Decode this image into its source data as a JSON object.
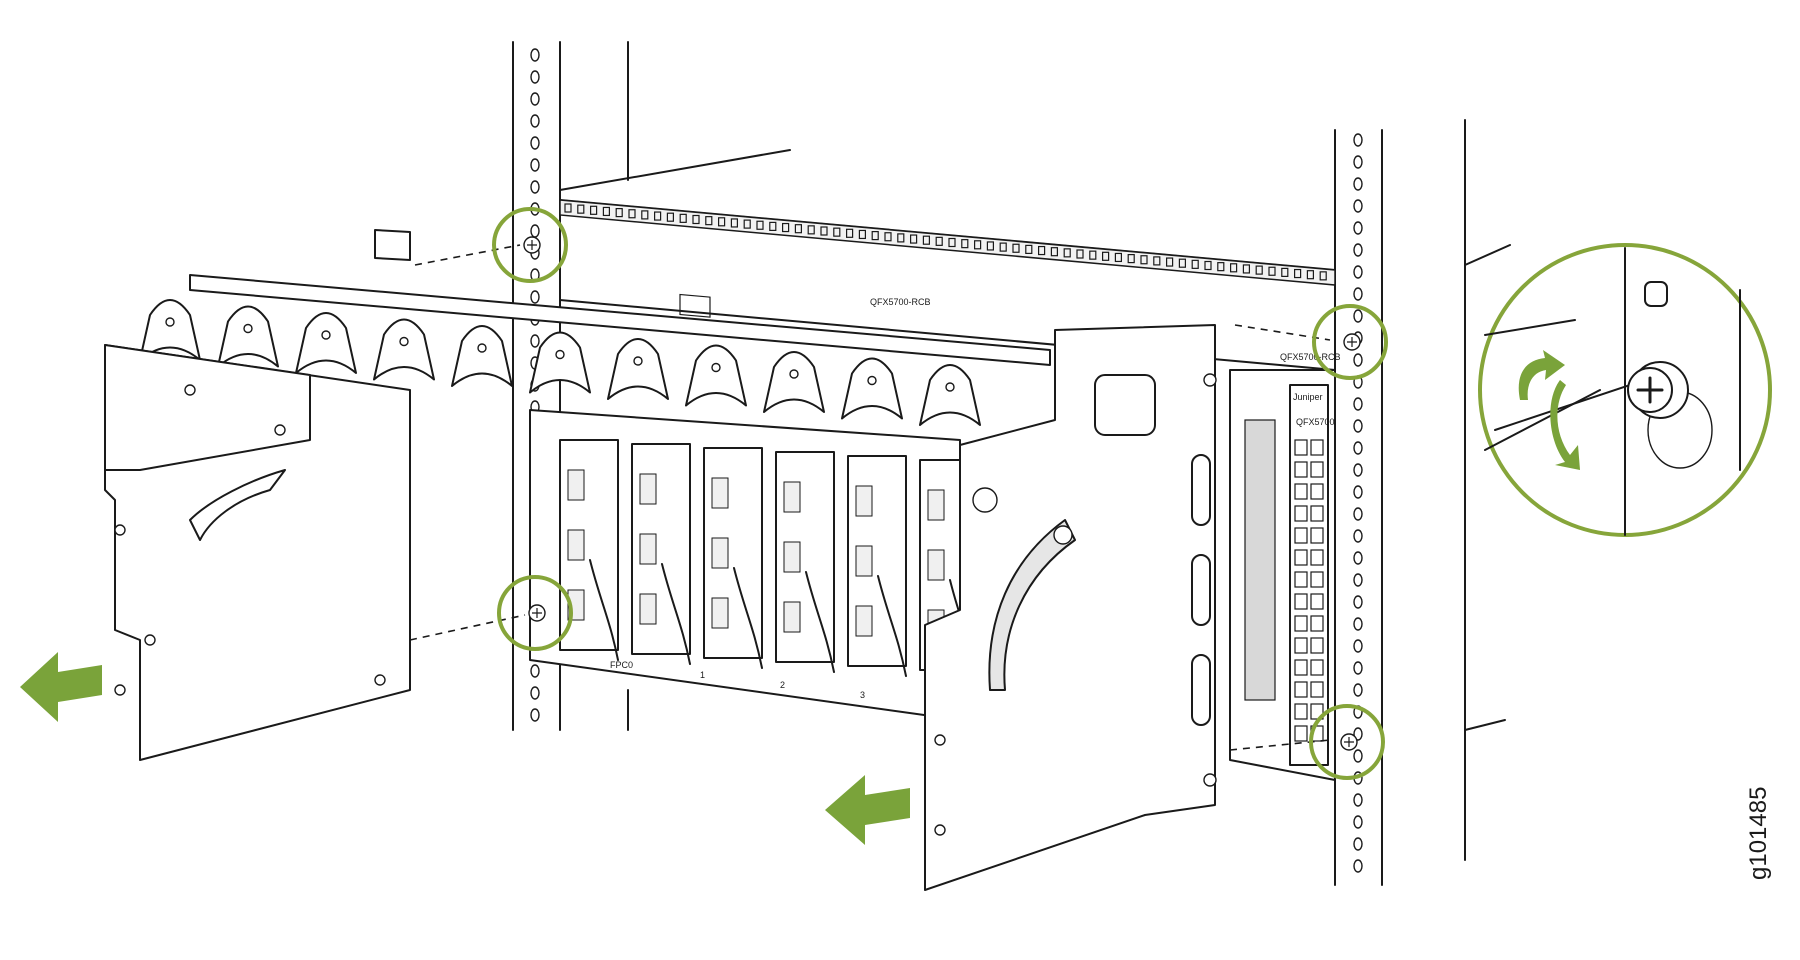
{
  "figure": {
    "id_label": "g101485",
    "chassis_label": "QFX5700",
    "brand_label": "Juniper",
    "board_labels": [
      "QFX5700-RCB",
      "QFX5700-RCB"
    ],
    "slot_labels": [
      "FPC0",
      "1",
      "2",
      "3"
    ],
    "colors": {
      "accent": "#86a53a",
      "arrow": "#7aa33a",
      "line": "#1a1a1a"
    },
    "icons": [
      "left-arrow-icon",
      "screw-icon",
      "rotate-arrow-icon"
    ]
  }
}
